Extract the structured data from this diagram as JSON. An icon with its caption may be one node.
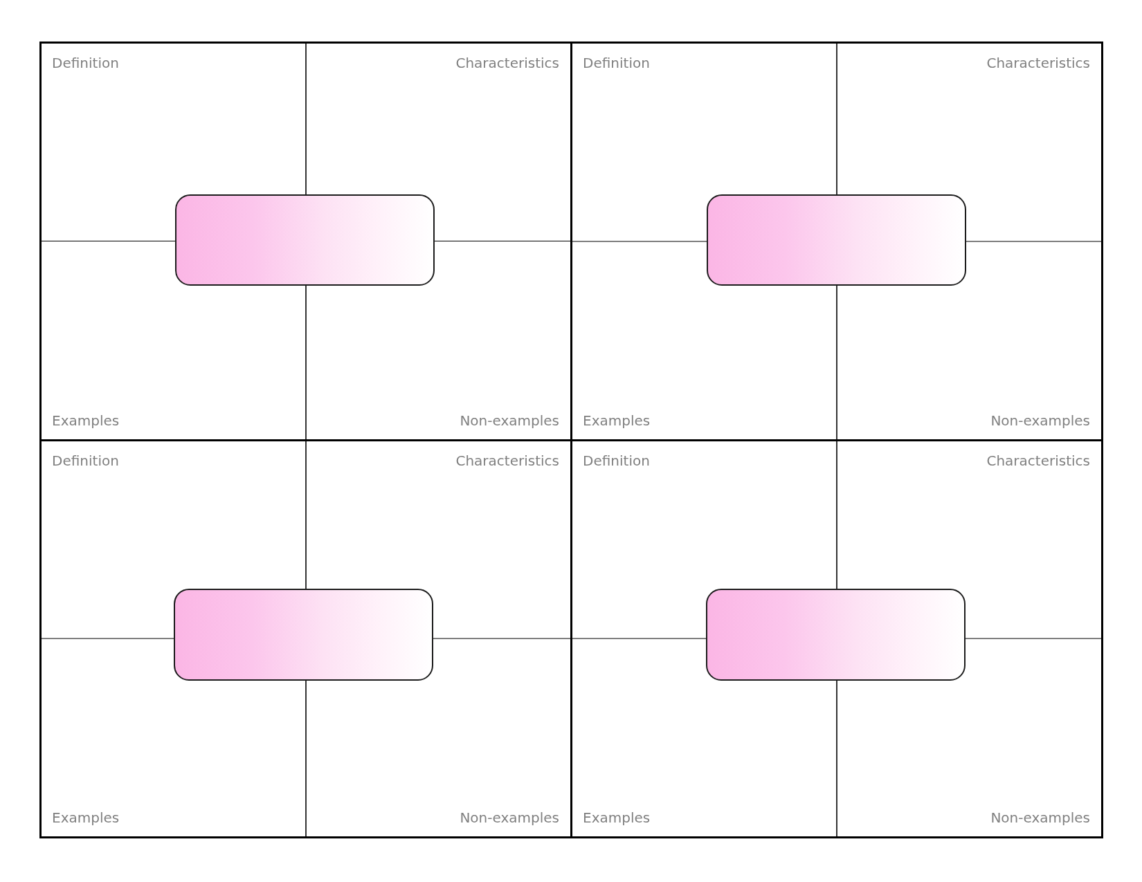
{
  "diagram": {
    "nodes": [
      {
        "text": [],
        "shape": "box"
      },
      {
        "text": [
          "Definition"
        ],
        "in": 0
      },
      {
        "text": [
          "Characteristics"
        ],
        "in": 0
      },
      {
        "text": [
          "Examples"
        ],
        "in": 0
      },
      {
        "text": [
          "Non-examples"
        ],
        "in": 0
      },
      {
        "text": [],
        "shape": "box",
        "in": 0
      },
      {
        "text": [],
        "shape": "box"
      },
      {
        "text": [
          "Definition"
        ],
        "in": 6
      },
      {
        "text": [
          "Characteristics"
        ],
        "in": 6
      },
      {
        "text": [
          "Examples"
        ],
        "in": 6
      },
      {
        "text": [
          "Non-examples"
        ],
        "in": 6
      },
      {
        "text": [],
        "shape": "box",
        "in": 6
      },
      {
        "text": [],
        "shape": "box"
      },
      {
        "text": [
          "Definition"
        ],
        "in": 12
      },
      {
        "text": [
          "Characteristics"
        ],
        "in": 12
      },
      {
        "text": [
          "Examples"
        ],
        "in": 12
      },
      {
        "text": [
          "Non-examples"
        ],
        "in": 12
      },
      {
        "text": [],
        "shape": "box",
        "in": 12
      },
      {
        "text": [],
        "shape": "box"
      },
      {
        "text": [
          "Definition"
        ],
        "in": 18
      },
      {
        "text": [
          "Characteristics"
        ],
        "in": 18
      },
      {
        "text": [
          "Examples"
        ],
        "in": 18
      },
      {
        "text": [
          "Non-examples"
        ],
        "in": 18
      },
      {
        "text": [],
        "shape": "box",
        "in": 18
      }
    ]
  }
}
